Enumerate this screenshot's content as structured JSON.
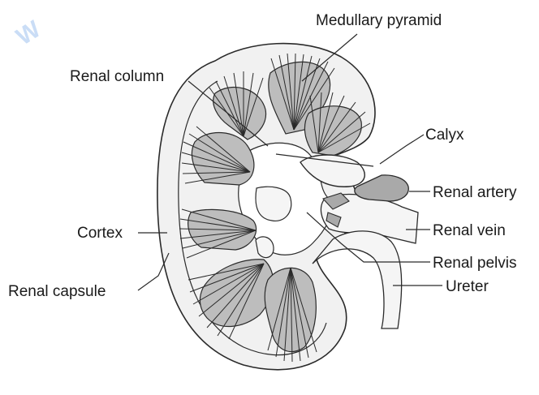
{
  "diagram": {
    "watermark": "W",
    "labels": {
      "medullary_pyramid": "Medullary pyramid",
      "renal_column": "Renal column",
      "calyx": "Calyx",
      "renal_artery": "Renal artery",
      "cortex": "Cortex",
      "renal_vein": "Renal vein",
      "renal_pelvis": "Renal pelvis",
      "renal_capsule": "Renal capsule",
      "ureter": "Ureter"
    },
    "colors": {
      "outline": "#2a2a2a",
      "capsule_fill": "#f1f1f1",
      "pyramid_fill": "#bdbdbd",
      "vessel_fill": "#a9a9a9",
      "pale_fill": "#f5f5f5",
      "watermark": "#9fc3ef"
    }
  }
}
